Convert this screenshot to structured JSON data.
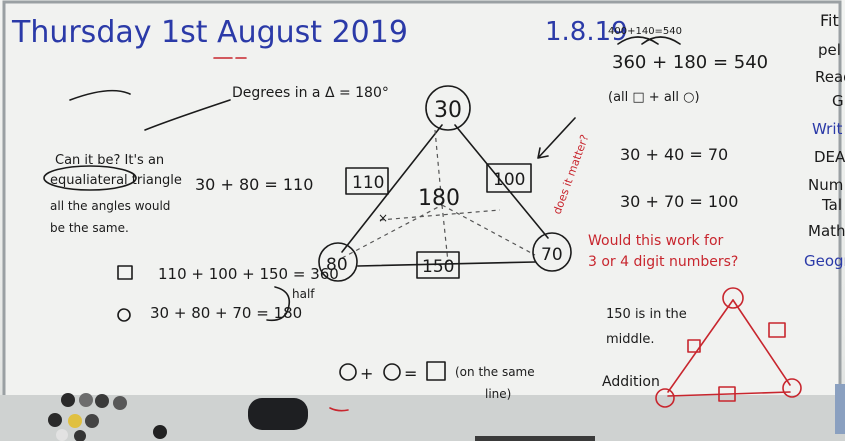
{
  "board": {
    "title": "Thursday 1st August 2019",
    "short_date": "1.8.19",
    "heading_note": "Degrees in a Δ = 180°",
    "can_it_be": [
      "Can it be? It's an",
      "equaliateral triangle",
      "all the angles would",
      "be the same."
    ],
    "sum_small": "30 + 80 = 110",
    "square_sum": "110 + 100 + 150 = 360",
    "circle_sum": "30 + 80 + 70 = 180",
    "half_label": "half",
    "triangle": {
      "top": "30",
      "left": "80",
      "right": "70",
      "left_box": "110",
      "right_box": "100",
      "bottom_box": "150",
      "center": "180"
    },
    "right_calcs": {
      "scribble": "400+140=540",
      "sum_main": "360 + 180 = 540",
      "note": "(all □ + all ○)",
      "line1": "30 + 40 = 70",
      "line2": "30 + 70 = 100"
    },
    "red_note": [
      "Would this work for",
      "3 or 4 digit numbers?"
    ],
    "does_it_matter": "does it matter?",
    "middle_note": [
      "150 is in the",
      "middle."
    ],
    "addition_label": "Addition",
    "formula": "○ + ○ = □",
    "formula_note": [
      "(on the same",
      "line)"
    ],
    "side_list": [
      "Fit",
      "pel",
      "Read",
      "G",
      "Writ",
      "DEAR",
      "Num",
      "Tal",
      "Math",
      "Geogr"
    ]
  }
}
